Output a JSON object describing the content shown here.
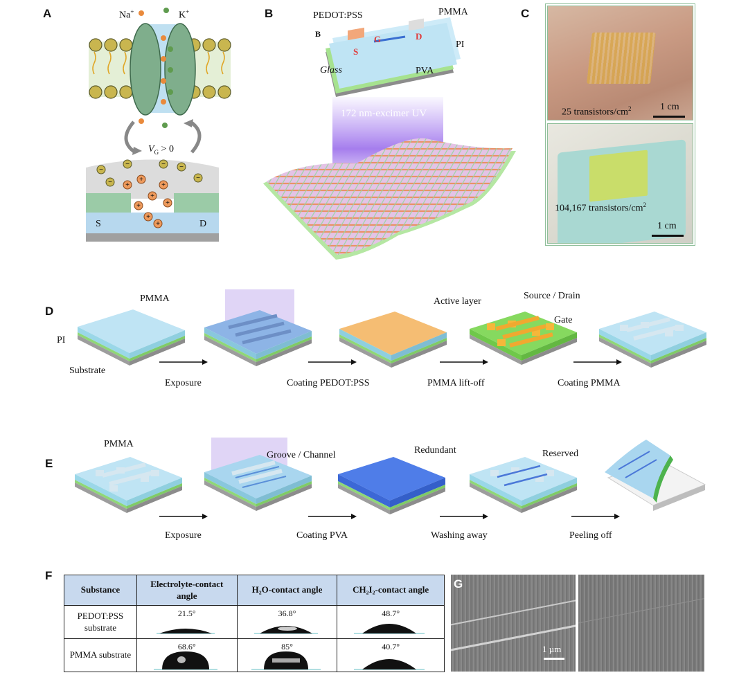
{
  "panels": {
    "a": {
      "letter": "A",
      "na": "Na",
      "k": "K",
      "sup_plus": "+",
      "vg": "V",
      "vg_sub": "G",
      "vg_rel": "> 0",
      "source": "S",
      "drain": "D"
    },
    "b": {
      "letter": "B",
      "inset_letter": "B",
      "pedot": "PEDOT:PSS",
      "pmma": "PMMA",
      "pi": "PI",
      "pva": "PVA",
      "glass": "Glass",
      "s": "S",
      "g": "G",
      "d": "D",
      "uv": "172 nm-excimer UV"
    },
    "c": {
      "letter": "C",
      "top_density": "25 transistors/cm",
      "bottom_density": "104,167 transistors/cm",
      "sup2": "2",
      "scale": "1 cm"
    },
    "d": {
      "letter": "D",
      "pmma": "PMMA",
      "pi": "PI",
      "substrate": "Substrate",
      "active": "Active layer",
      "sd": "Source / Drain",
      "gate": "Gate",
      "steps": [
        "Exposure",
        "Coating PEDOT:PSS",
        "PMMA lift-off",
        "Coating PMMA"
      ]
    },
    "e": {
      "letter": "E",
      "pmma": "PMMA",
      "groove": "Groove / Channel",
      "redundant": "Redundant",
      "reserved": "Reserved",
      "steps": [
        "Exposure",
        "Coating PVA",
        "Washing away",
        "Peeling off"
      ]
    },
    "f": {
      "letter": "F",
      "headers": [
        "Substance",
        "Electrolyte-contact angle",
        "H₂O-contact angle",
        "CH₂I₂-contact angle"
      ],
      "rows": [
        {
          "name": "PEDOT:PSS substrate",
          "angles": [
            "21.5°",
            "36.8°",
            "48.7°"
          ]
        },
        {
          "name": "PMMA substrate",
          "angles": [
            "68.6°",
            "85°",
            "40.7°"
          ]
        }
      ]
    },
    "g": {
      "letter": "G",
      "scale": "1 µm"
    }
  }
}
